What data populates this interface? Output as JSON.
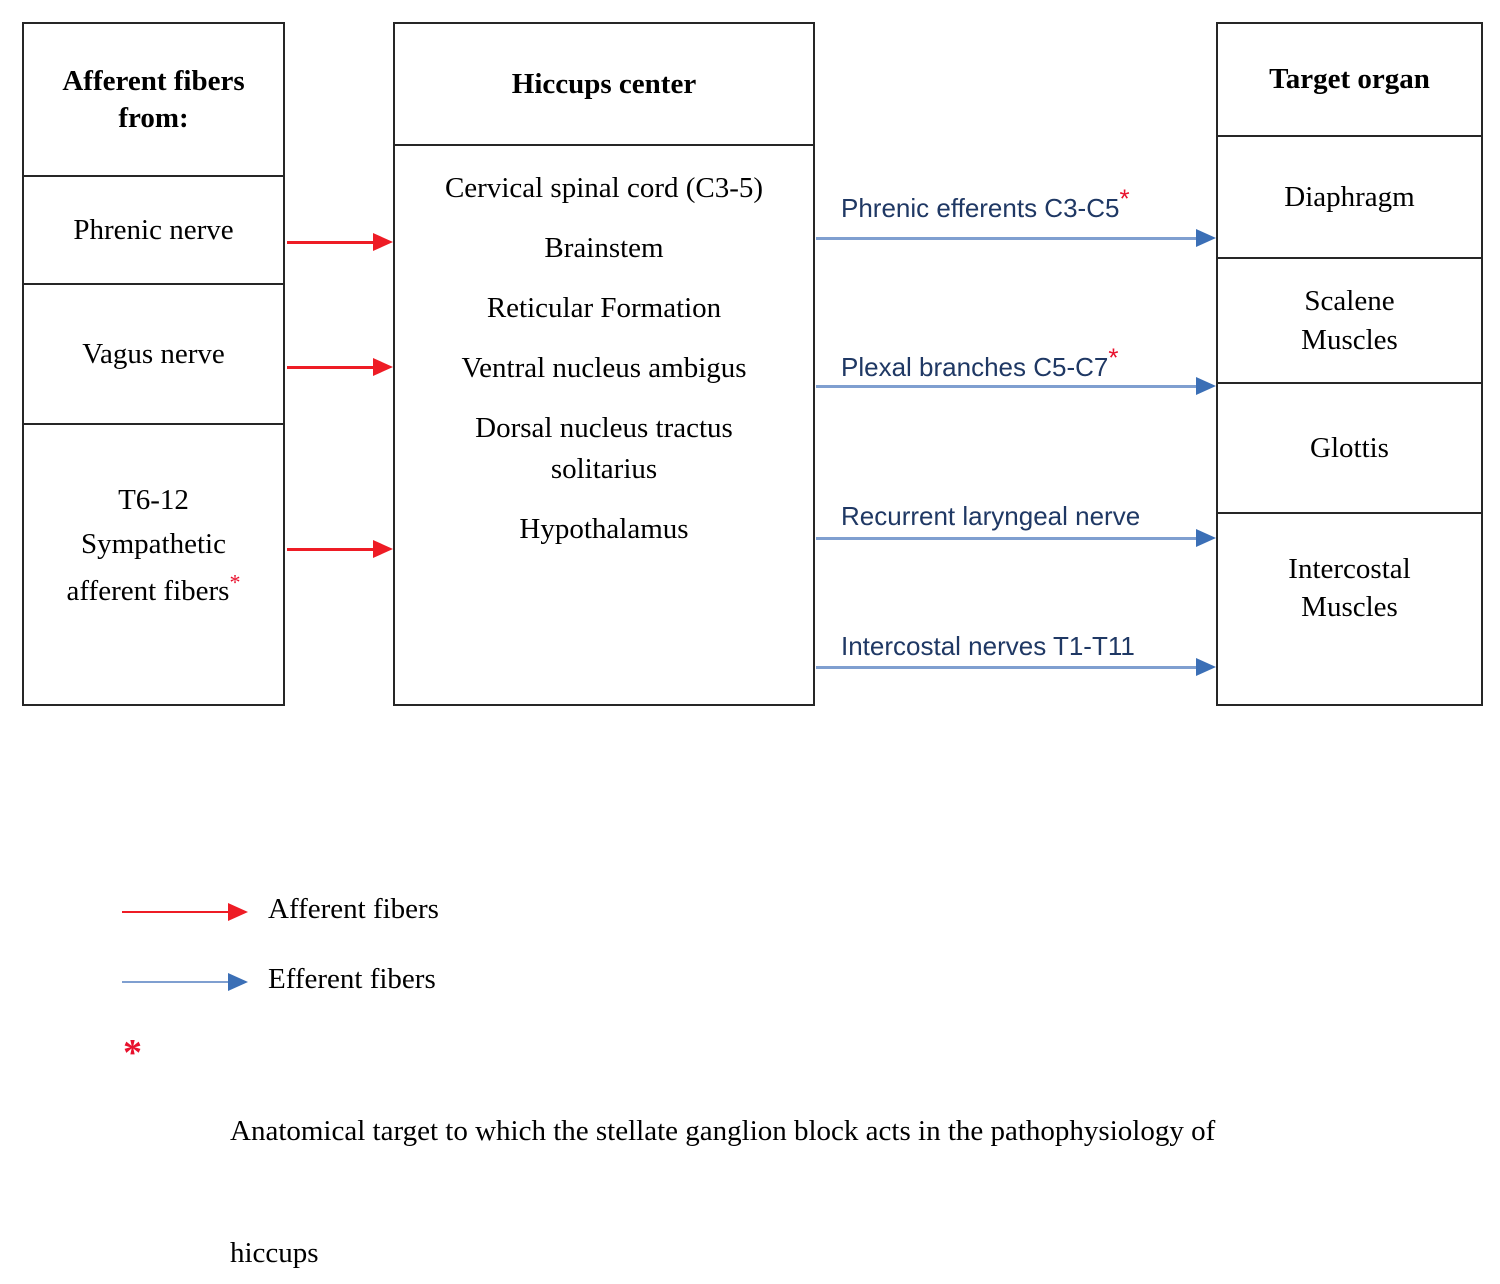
{
  "columns": {
    "afferent": {
      "header": "Afferent fibers from:",
      "header_line1": "Afferent fibers",
      "header_line2": "from:",
      "items": [
        {
          "label": "Phrenic nerve",
          "star": false
        },
        {
          "label": "Vagus nerve",
          "star": false
        },
        {
          "label": "T6-12 Sympathetic afferent fibers",
          "line1": "T6-12",
          "line2": "Sympathetic",
          "line3": "afferent fibers",
          "star": true
        }
      ]
    },
    "center": {
      "header": "Hiccups center",
      "lines": [
        "Cervical spinal cord (C3-5)",
        "Brainstem",
        "Reticular Formation",
        "Ventral nucleus ambigus",
        "Dorsal nucleus tractus",
        "solitarius",
        "Hypothalamus"
      ]
    },
    "target": {
      "header": "Target organ",
      "items": [
        {
          "label": "Diaphragm",
          "line1": "Diaphragm",
          "line2": ""
        },
        {
          "label": "Scalene Muscles",
          "line1": "Scalene",
          "line2": "Muscles"
        },
        {
          "label": "Glottis",
          "line1": "Glottis",
          "line2": ""
        },
        {
          "label": "Intercostal Muscles",
          "line1": "Intercostal",
          "line2": "Muscles"
        }
      ]
    }
  },
  "efferent_labels": [
    {
      "text": "Phrenic efferents C3-C5",
      "star": true
    },
    {
      "text": "Plexal branches C5-C7",
      "star": true
    },
    {
      "text": "Recurrent laryngeal nerve",
      "star": false
    },
    {
      "text": "Intercostal nerves T1-T11",
      "star": false
    }
  ],
  "legend": [
    {
      "label": "Afferent fibers",
      "color": "#ee1c25",
      "type": "afferent"
    },
    {
      "label": "Efferent fibers",
      "color": "#3b6fb6",
      "type": "efferent"
    }
  ],
  "footnote": {
    "marker": "*",
    "line1": "Anatomical target to which the stellate ganglion block acts in the pathophysiology of",
    "line2": "hiccups"
  },
  "colors": {
    "afferent_arrow": "#ee1c25",
    "efferent_arrow": "#3b6fb6",
    "efferent_shaft": "#7f9fd0",
    "star": "#e8112d",
    "border": "#262626",
    "label_text": "#1f3864"
  }
}
